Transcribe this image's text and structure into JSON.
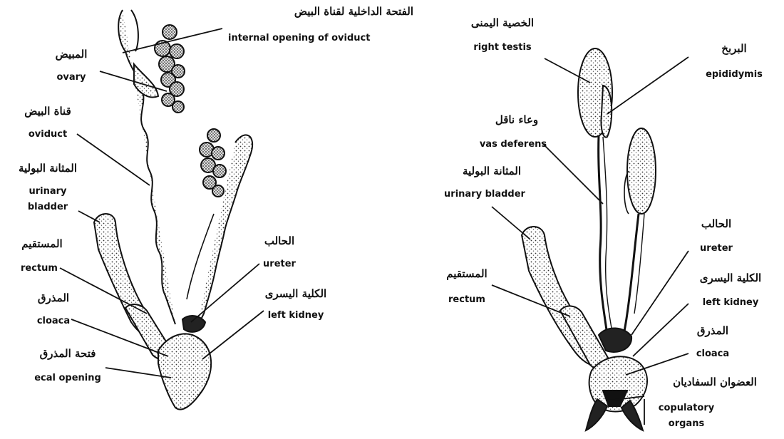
{
  "female": {
    "internal_opening": {
      "ar": "الفتحة الداخلية لقناة البيض",
      "en": "internal opening of oviduct"
    },
    "ovary": {
      "ar": "المبيض",
      "en": "ovary"
    },
    "oviduct": {
      "ar": "قناة البيض",
      "en": "oviduct"
    },
    "urinary_bladder": {
      "ar": "المثانة البولية",
      "en1": "urinary",
      "en2": "bladder"
    },
    "rectum": {
      "ar": "المستقيم",
      "en": "rectum"
    },
    "cloaca": {
      "ar": "المذرق",
      "en": "cloaca"
    },
    "cloacal_opening": {
      "ar": "فتحة المذرق",
      "en": "ecal opening"
    },
    "ureter": {
      "ar": "الحالب",
      "en": "ureter"
    },
    "left_kidney": {
      "ar": "الكلية اليسرى",
      "en": "left kidney"
    }
  },
  "male": {
    "right_testis": {
      "ar": "الخصية اليمنى",
      "en": "right testis"
    },
    "epididymis": {
      "ar": "البربخ",
      "en": "epididymis"
    },
    "vas_deferens": {
      "ar": "وعاء ناقل",
      "en": "vas deferens"
    },
    "urinary_bladder": {
      "ar": "المثانة البولية",
      "en": "urinary bladder"
    },
    "rectum": {
      "ar": "المستقيم",
      "en": "rectum"
    },
    "ureter": {
      "ar": "الحالب",
      "en": "ureter"
    },
    "left_kidney": {
      "ar": "الكلية اليسرى",
      "en": "left kidney"
    },
    "cloaca": {
      "ar": "المذرق",
      "en": "cloaca"
    },
    "copulatory_organs": {
      "ar": "العضوان السفاديان",
      "en1": "copulatory",
      "en2": "organs"
    }
  }
}
